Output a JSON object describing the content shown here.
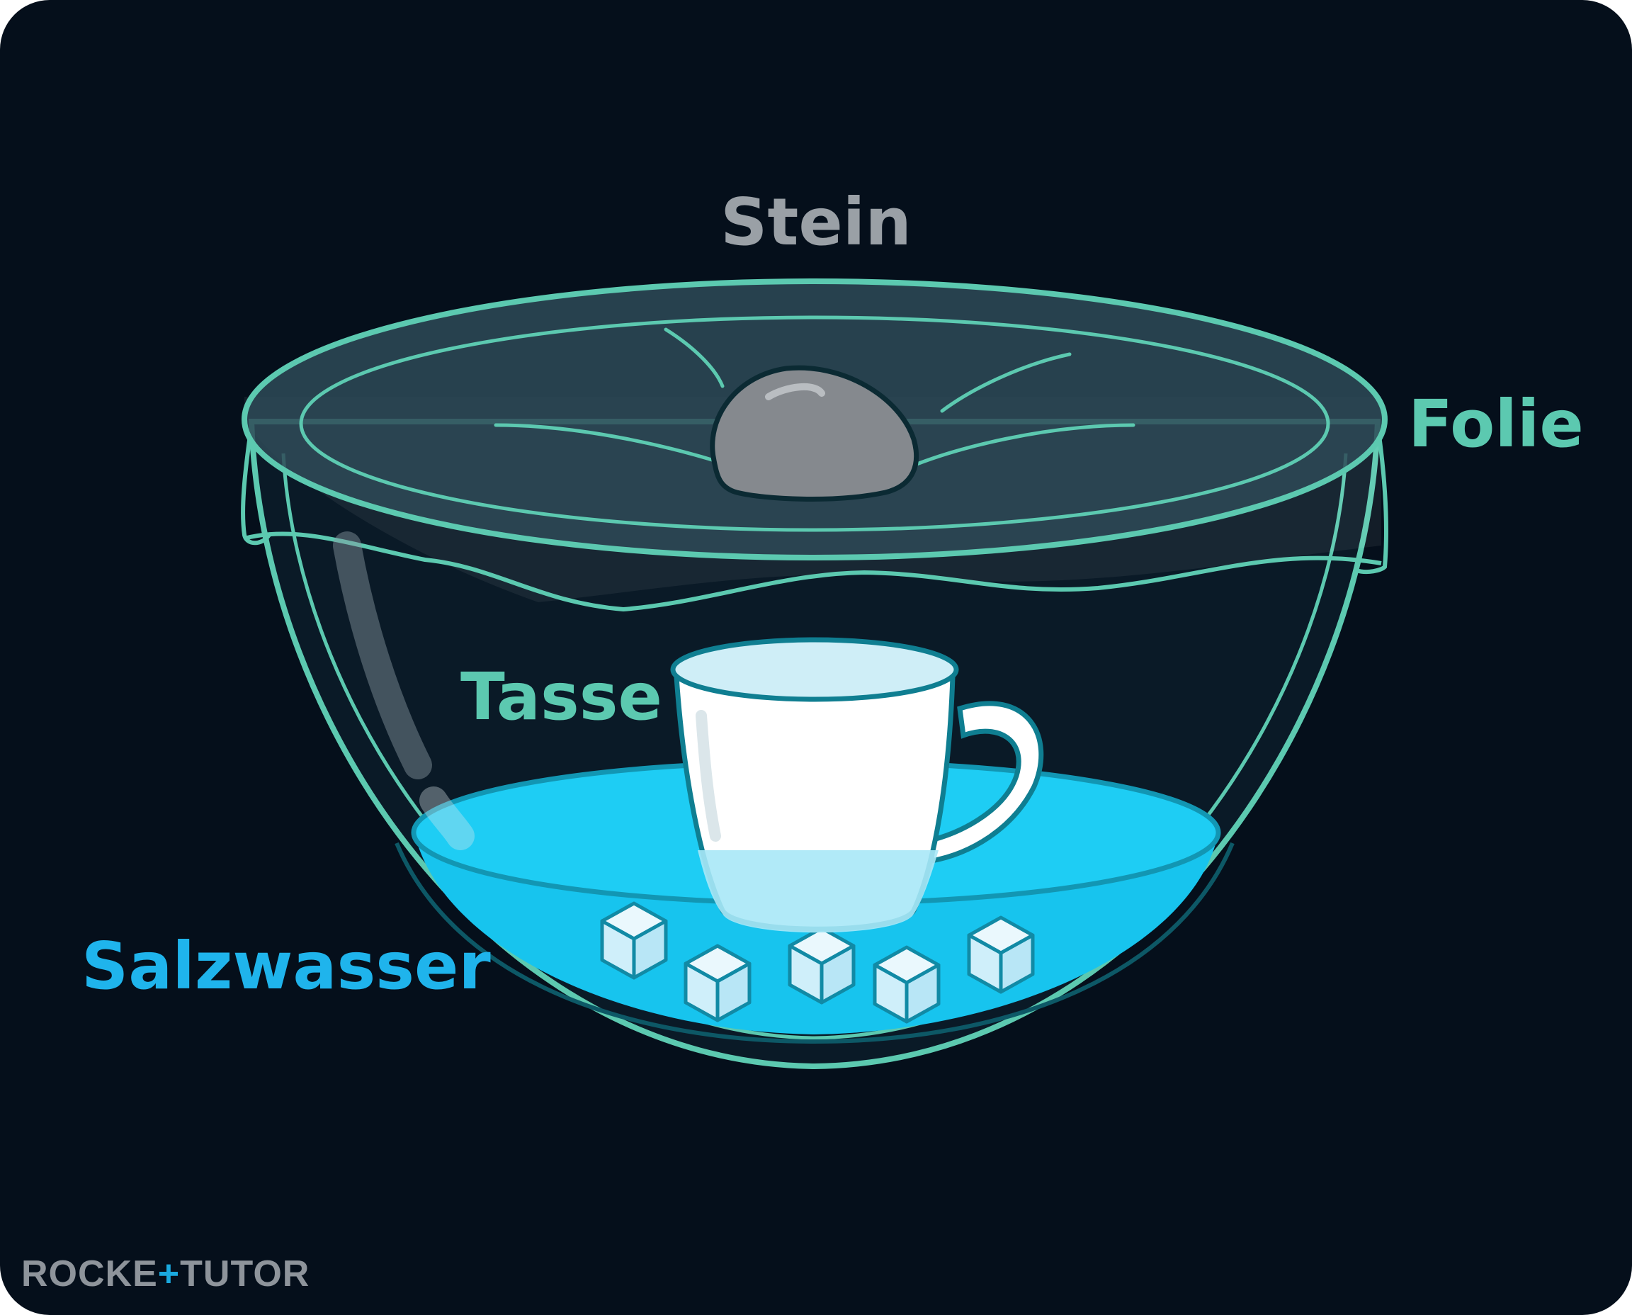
{
  "labels": {
    "stein": "Stein",
    "folie": "Folie",
    "tasse": "Tasse",
    "salzwasser": "Salzwasser"
  },
  "brand": {
    "left": "ROCKE",
    "plus": "+",
    "right": "TUTOR"
  },
  "colors": {
    "background": "#050f1b",
    "bowl_outline": "#5cc9b0",
    "water": "#1cc6ef",
    "stone": "#8a8f95",
    "cup": "#ffffff",
    "label_stein": "#9aa0a6",
    "label_folie": "#5cc9b0",
    "label_tasse": "#5cc9b0",
    "label_salzwasser": "#1fb4ec"
  },
  "icons": [
    "stone-icon",
    "cup-icon",
    "sugar-cube-icon",
    "plastic-wrap-icon",
    "bowl-icon"
  ]
}
